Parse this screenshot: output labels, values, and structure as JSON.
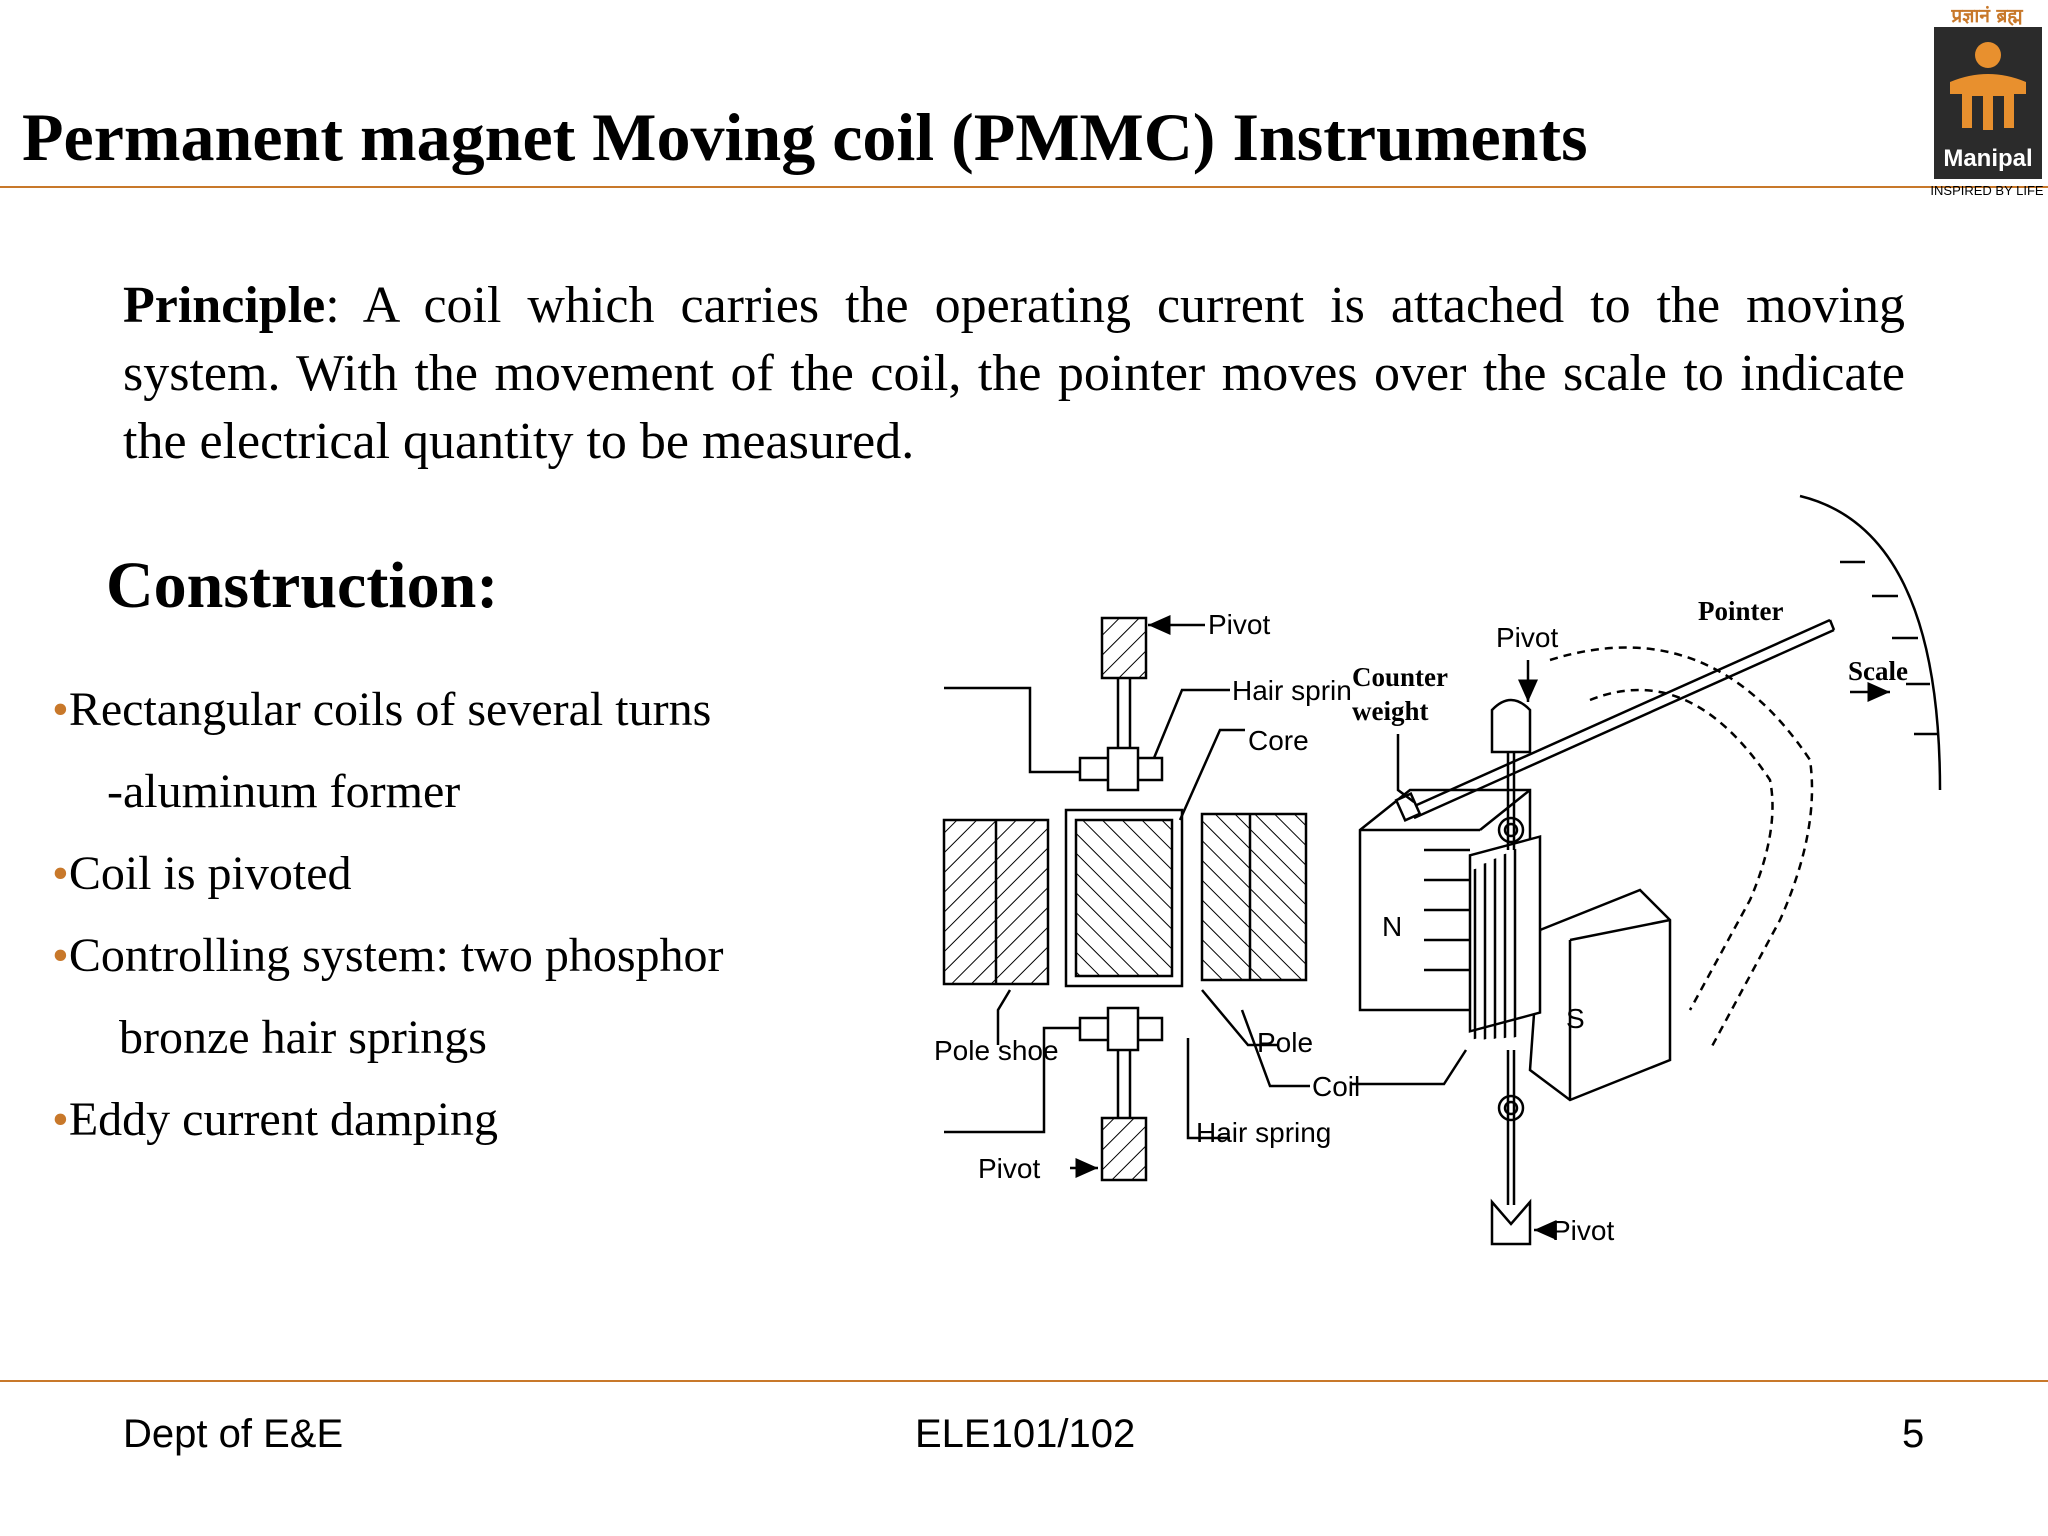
{
  "slide": {
    "title": "Permanent magnet Moving coil (PMMC) Instruments"
  },
  "logo": {
    "top_text": "प्रज्ञानं ब्रह्म",
    "name": "Manipal",
    "tagline": "INSPIRED BY LIFE",
    "colors": {
      "box": "#2b2b2b",
      "symbol": "#e8902e",
      "accent": "#c8782a"
    }
  },
  "principle": {
    "label": "Principle",
    "text": ": A coil which carries the operating current is attached to the moving system. With the movement of the coil, the pointer moves over the scale to indicate the electrical quantity to be measured."
  },
  "construction": {
    "heading": "Construction:",
    "bullets": [
      "•Rectangular coils of several turns",
      "-aluminum former",
      "•Coil is pivoted",
      "•Controlling system: two phosphor",
      "bronze hair springs",
      "•Eddy current damping"
    ]
  },
  "diagram": {
    "labels": {
      "pivot_top": "Pivot",
      "hair_spring_top": "Hair sprin",
      "core": "Core",
      "pole_shoe": "Pole shoe",
      "pole": "Pole",
      "coil": "Coil",
      "hair_spring_bottom": "Hair spring",
      "pivot_bottom": "Pivot",
      "pivot_right_top": "Pivot",
      "pivot_right_bottom": "Pivot",
      "counter_weight_1": "Counter",
      "counter_weight_2": "weight",
      "pointer": "Pointer",
      "scale": "Scale",
      "north": "N",
      "south": "S"
    }
  },
  "footer": {
    "dept": "Dept of E&E",
    "course": "ELE101/102",
    "page": "5"
  }
}
